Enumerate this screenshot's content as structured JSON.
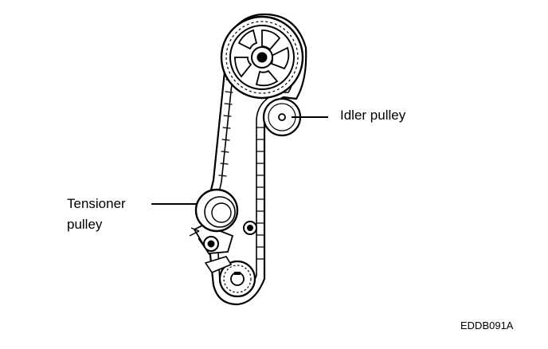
{
  "labels": {
    "idler_pulley": "Idler pulley",
    "tensioner_pulley_line1": "Tensioner",
    "tensioner_pulley_line2": "pulley"
  },
  "figure_code": "EDDB091A",
  "components": {
    "camshaft_sprocket": {
      "icon": "toothed-sprocket-with-spokes"
    },
    "idler_pulley": {
      "icon": "smooth-pulley"
    },
    "tensioner_pulley": {
      "icon": "smooth-pulley-with-bracket"
    },
    "crankshaft_sprocket": {
      "icon": "small-toothed-sprocket"
    },
    "timing_belt": {
      "icon": "toothed-belt-loop"
    }
  },
  "colors": {
    "line": "#000000",
    "background": "#ffffff"
  }
}
